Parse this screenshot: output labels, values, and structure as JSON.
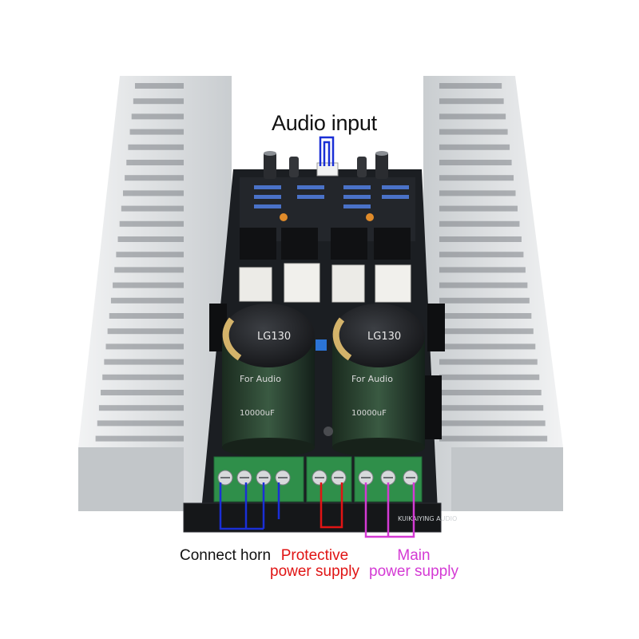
{
  "labels": {
    "audio_input": "Audio input",
    "connect_horn": "Connect horn",
    "protective": [
      "Protective",
      "power supply"
    ],
    "main": [
      "Main",
      "power supply"
    ]
  },
  "board_text": {
    "capacitor_left": [
      "LG130",
      "For Audio",
      "10000uF"
    ],
    "capacitor_right": [
      "LG130",
      "For Audio",
      "10000uF"
    ],
    "brand": "KUIKAIYING AUDIO"
  },
  "colors": {
    "audio_input": "#1a2fd6",
    "connect_horn": "#1a2fd6",
    "protective": "#e01414",
    "main": "#d43ad4",
    "heatsink": "#d9dcde",
    "pcb": "#1b1e22",
    "terminal": "#2f8f4a"
  }
}
